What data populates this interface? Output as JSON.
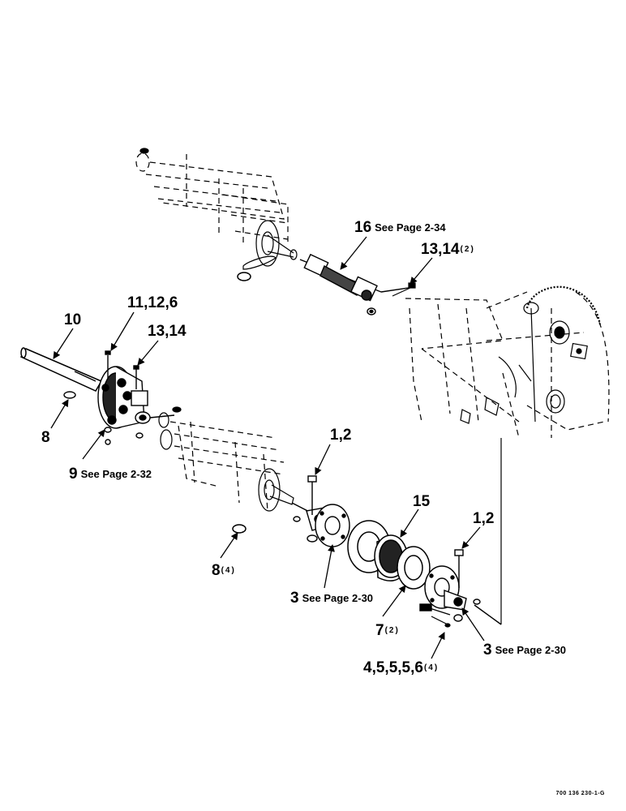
{
  "figure_number": "700 136 230-1-G",
  "callouts": {
    "c16": {
      "num": "16",
      "ref": "See Page 2-34"
    },
    "c13_14_top": {
      "num": "13,14",
      "qty": "(2)"
    },
    "c11_12_6": {
      "num": "11,12,6"
    },
    "c10": {
      "num": "10"
    },
    "c13_14_left": {
      "num": "13,14"
    },
    "c8": {
      "num": "8"
    },
    "c9": {
      "num": "9",
      "ref": "See Page 2-32"
    },
    "c1_2_mid": {
      "num": "1,2"
    },
    "c15": {
      "num": "15"
    },
    "c1_2_right": {
      "num": "1,2"
    },
    "c8_qty": {
      "num": "8",
      "qty": "(4)"
    },
    "c3_mid": {
      "num": "3",
      "ref": "See Page 2-30"
    },
    "c7": {
      "num": "7",
      "qty": "(2)"
    },
    "c3_right": {
      "num": "3",
      "ref": "See Page 2-30"
    },
    "c4_5_6": {
      "num": "4,5,5,5,6",
      "qty": "(4)"
    }
  }
}
